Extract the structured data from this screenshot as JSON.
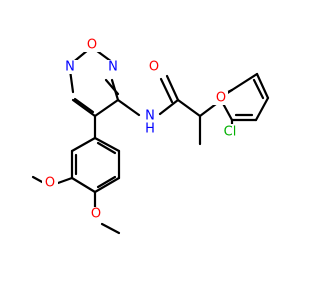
{
  "colors": {
    "bond": "#000000",
    "carbon": "#000000",
    "oxygen": "#ff0000",
    "nitrogen": "#0000ff",
    "chlorine": "#00b000",
    "background": "#ffffff"
  },
  "atom_labels": {
    "ring_O": "O",
    "ring_N1": "N",
    "ring_N2": "N",
    "amide_NH": "N",
    "amide_H": "H",
    "carbonyl_O": "O",
    "ether_O": "O",
    "methoxy_O1": "O",
    "methoxy_O2": "O",
    "chlorine": "Cl"
  }
}
